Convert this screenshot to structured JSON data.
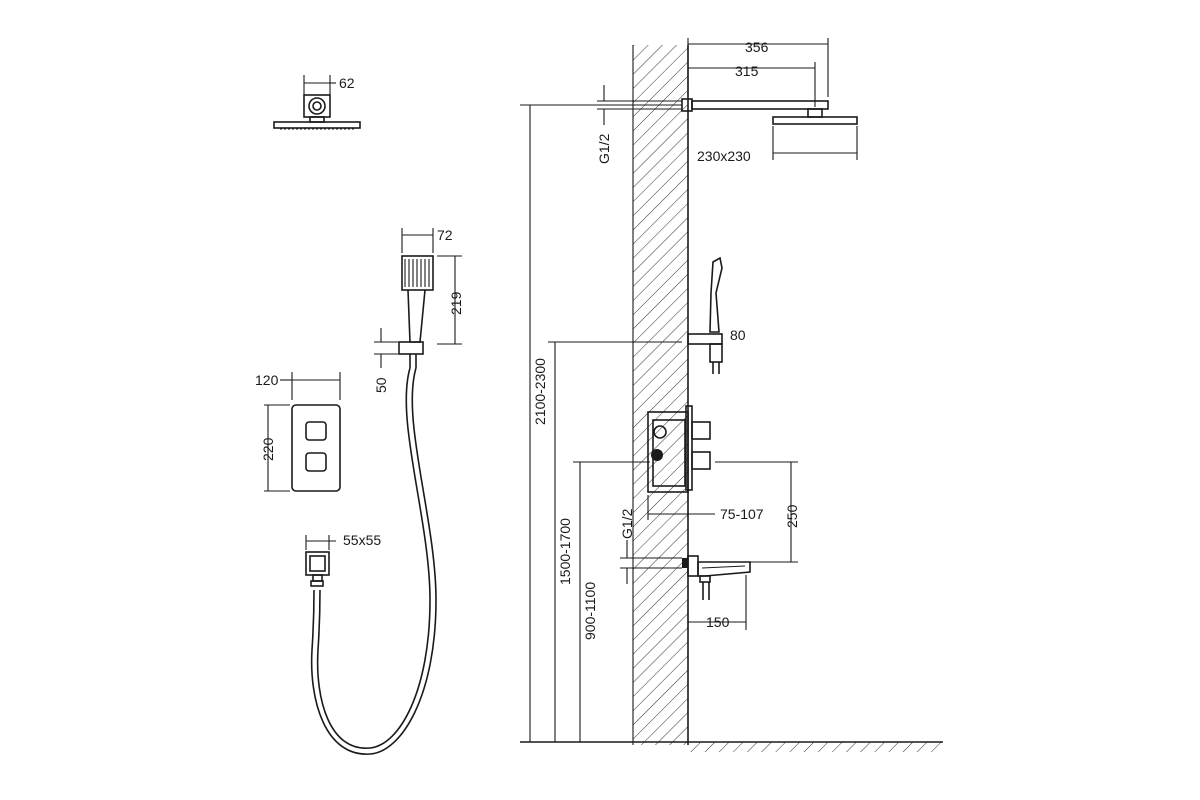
{
  "dimensions": {
    "rain_head_arm_width": "62",
    "hand_shower_width": "72",
    "hand_shower_height": "219",
    "holder_offset": "50",
    "panel_width": "120",
    "panel_height": "220",
    "outlet_size": "55x55",
    "arm_length_total": "356",
    "arm_length": "315",
    "thread_top": "G1/2",
    "head_size": "230x230",
    "holder_projection": "80",
    "height_overall": "2100-2300",
    "height_holder": "1500-1700",
    "depth_valve": "75-107",
    "thread_mid": "G1/2",
    "valve_spacing": "250",
    "height_spout": "900-1100",
    "spout_projection": "150"
  },
  "colors": {
    "ink": "#1a1a1a",
    "background": "#ffffff"
  }
}
